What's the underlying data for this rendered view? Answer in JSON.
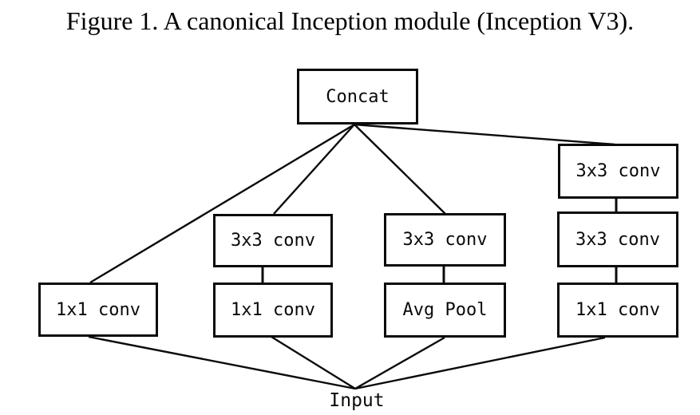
{
  "figure_caption": "Figure 1. A canonical Inception module (Inception V3).",
  "diagram": {
    "output_node": {
      "label": "Concat"
    },
    "input_node": {
      "label": "Input"
    },
    "branches": [
      {
        "name": "branch-1",
        "nodes": [
          {
            "label": "1x1 conv"
          }
        ]
      },
      {
        "name": "branch-2",
        "nodes": [
          {
            "label": "3x3 conv"
          },
          {
            "label": "1x1 conv"
          }
        ]
      },
      {
        "name": "branch-3",
        "nodes": [
          {
            "label": "3x3 conv"
          },
          {
            "label": "Avg Pool"
          }
        ]
      },
      {
        "name": "branch-4",
        "nodes": [
          {
            "label": "3x3 conv"
          },
          {
            "label": "3x3 conv"
          },
          {
            "label": "1x1 conv"
          }
        ]
      }
    ],
    "colors": {
      "line": "#0a0a0a",
      "text": "#000000",
      "background": "#ffffff"
    }
  }
}
